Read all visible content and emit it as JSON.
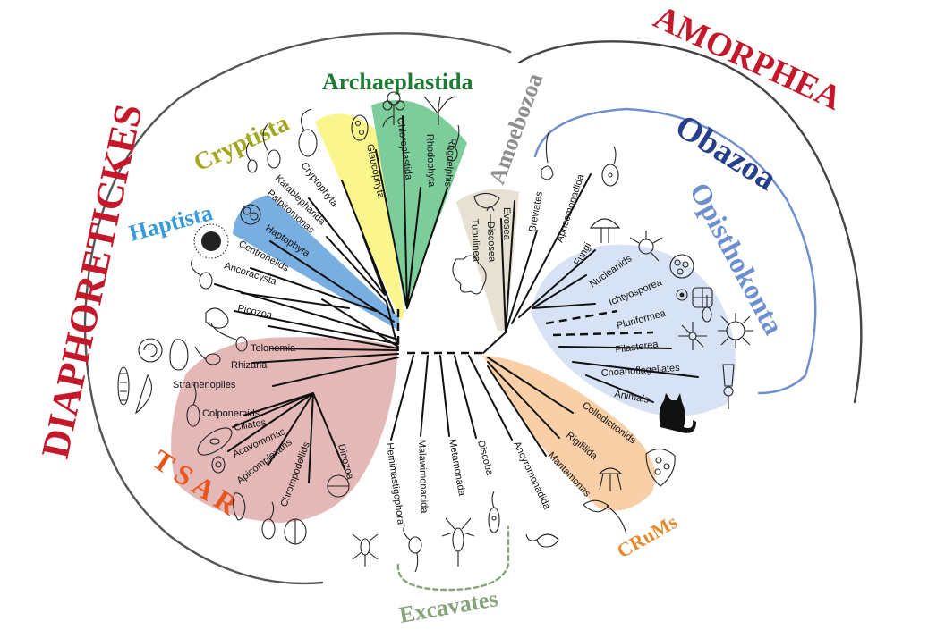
{
  "colors": {
    "diaphoretickes": "#c4182b",
    "amorphea": "#c4182b",
    "obazoa": "#27408b",
    "opisthokonta": "#6d8fce",
    "tsar": "#e8561f",
    "cryptista": "#a3a81f",
    "haptista": "#3a9ad9",
    "archaeplastida": "#1f7a36",
    "amoebozoa": "#8e8e8e",
    "crums": "#e38b2c",
    "excavates": "#86a37a",
    "fill_cryptista": "#fbf68c",
    "fill_haptista": "#79aee0",
    "fill_archaeplastida": "#7ccd9a",
    "fill_amoebozoa": "#e6e1d2",
    "fill_opisthokonta": "#d7e3f5",
    "fill_crums": "#f8cfa6",
    "fill_tsar": "#e5b8b8"
  },
  "supergroups": {
    "diaphoretickes": "DIAPHORETICKES",
    "amorphea": "AMORPHEA",
    "obazoa": "Obazoa",
    "opisthokonta": "Opisthokonta",
    "tsar": "T S A R",
    "cryptista": "Cryptista",
    "haptista": "Haptista",
    "archaeplastida": "Archaeplastida",
    "amoebozoa": "Amoebozoa",
    "crums": "CRuMs",
    "excavates": "Excavates"
  },
  "taxa": {
    "cryptophyta": "Cryptophyta",
    "katablepharida": "Katablepharida",
    "palpitomonas": "Palpitomonas",
    "haptophyta": "Haptophyta",
    "centrohelids": "Centrohelids",
    "ancoracysta": "Ancoracysta",
    "picozoa": "Picozoa",
    "glaucophyta": "Glaucophyta",
    "chloroplastida": "Chloroplastida",
    "rhodophyta": "Rhodophyta",
    "rhodelphis": "Rhodelphis",
    "tubulinea": "Tubulinea",
    "discosea": "Discosea",
    "evosea": "Evosea",
    "breviates": "Breviates",
    "apusomonadida": "Apusomonadida",
    "fungi": "Fungi",
    "nucleariids": "Nucleariids",
    "ichtyosporea": "Ichtyosporea",
    "pluriformea": "Pluriformea",
    "filasterea": "Filasterea",
    "choanoflagellates": "Choanoflagellates",
    "animals": "Animals",
    "collodictionids": "Collodictionids",
    "rigifilida": "Rigifilida",
    "mantamonas": "Mantamonas",
    "telonemia": "Telonemia",
    "rhizaria": "Rhizaria",
    "stramenopiles": "Stramenopiles",
    "colponemids": "Colponemids",
    "ciliates": "Ciliates",
    "acavomonas": "Acavomonas",
    "apicomplexans": "Apicomplexans",
    "chrompodellids": "Chrompodellids",
    "dinozoa": "Dinozoa",
    "hemimastigophora": "Hemimastigophora",
    "malawimonadida": "Malawimonadida",
    "metamonada": "Metamonada",
    "discoba": "Discoba",
    "ancyromonadida": "Ancyromonadida"
  }
}
